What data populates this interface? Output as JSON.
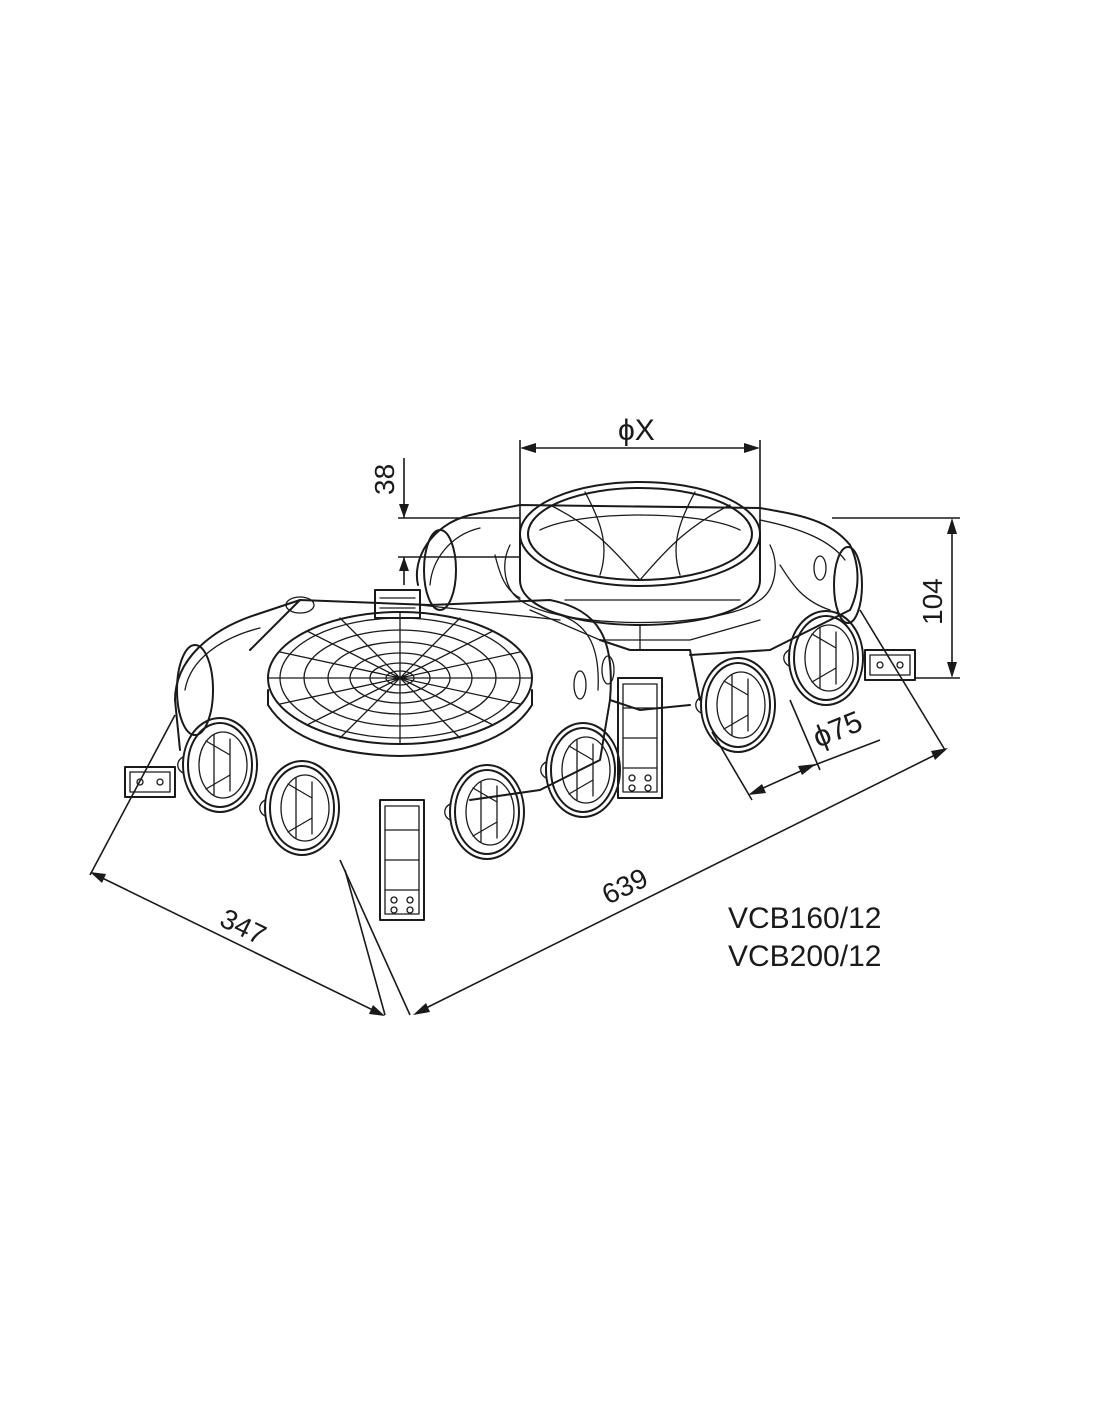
{
  "dimensions": {
    "diameter_x": "ϕX",
    "height_38": "38",
    "height_104": "104",
    "diameter_75": "ϕ75",
    "length_639": "639",
    "width_347": "347"
  },
  "models": [
    "VCB160/12",
    "VCB200/12"
  ]
}
